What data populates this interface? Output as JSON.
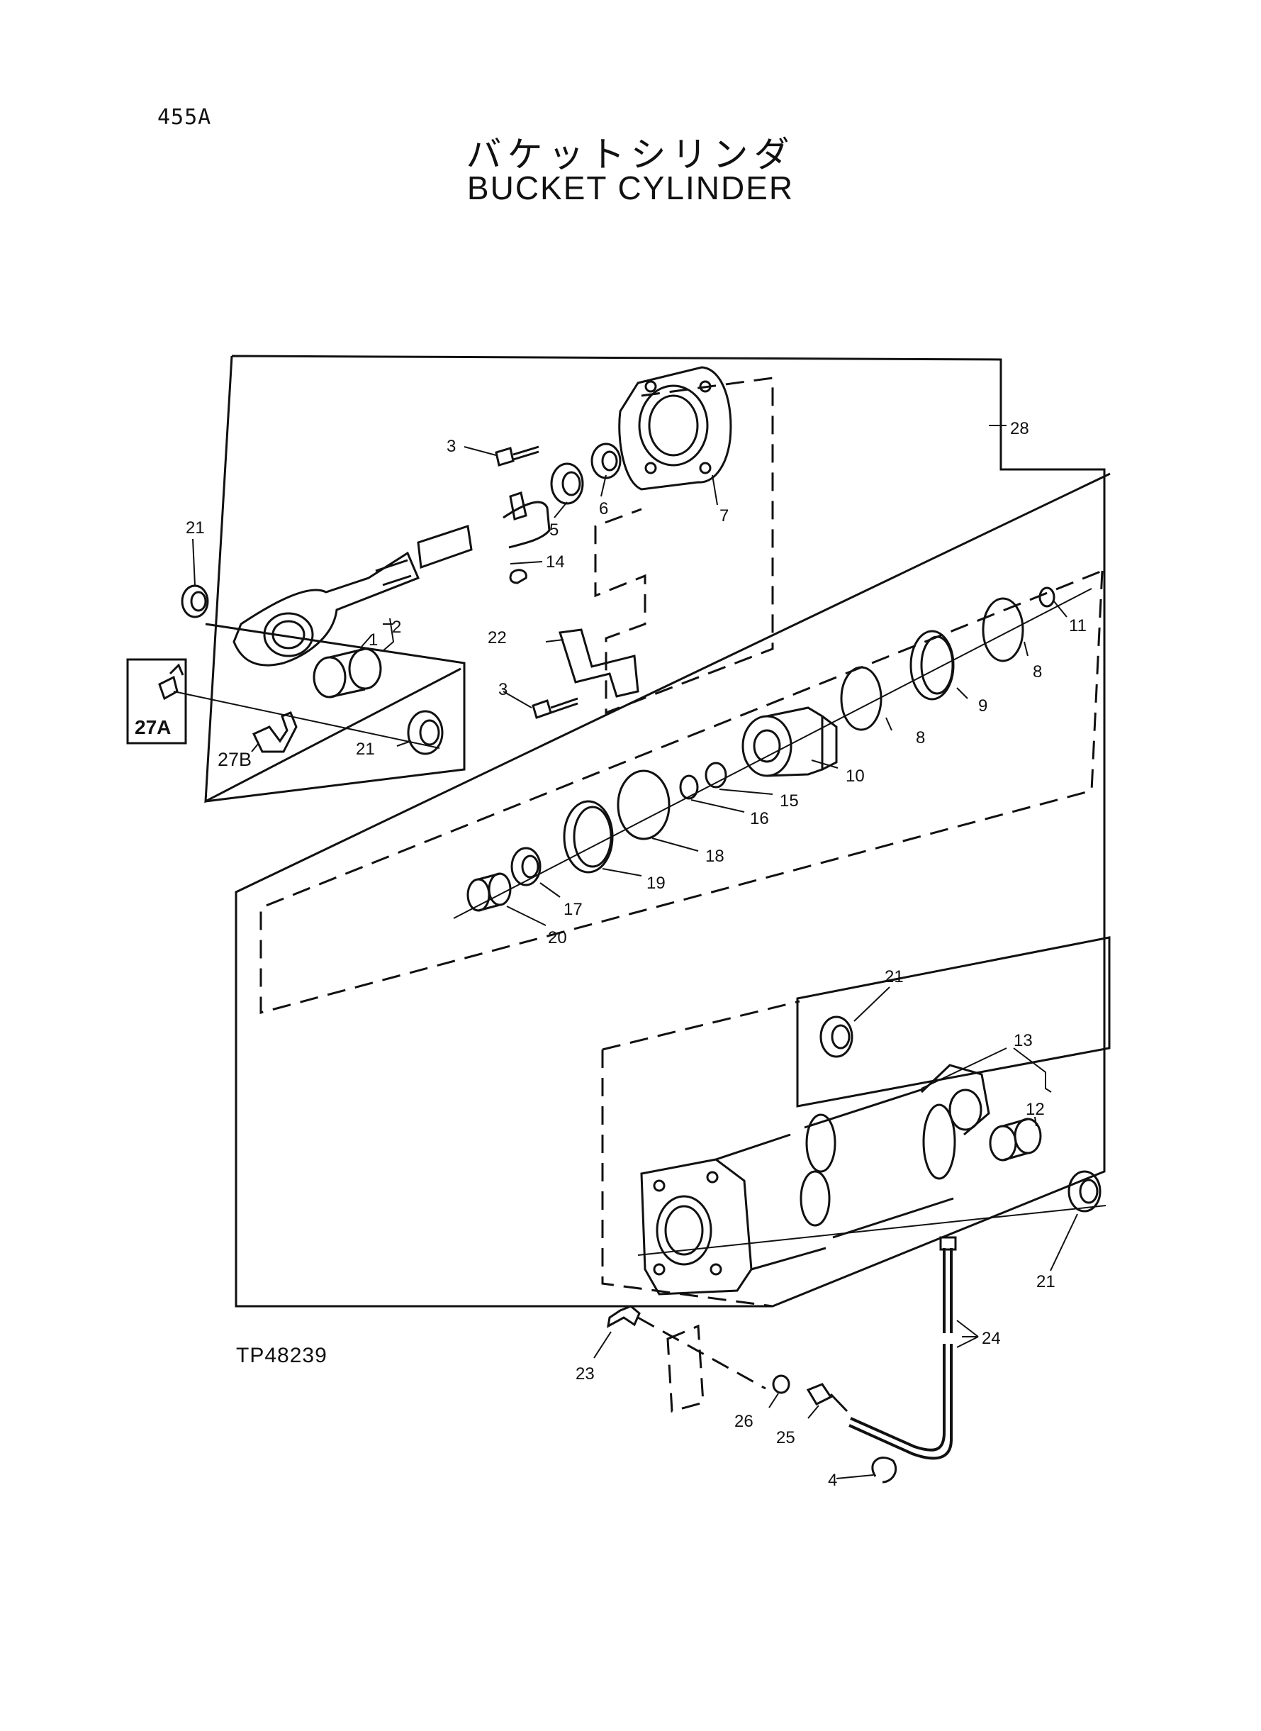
{
  "header": {
    "page_number": "455A",
    "title_jp": "バケットシリンダ",
    "title_en": "BUCKET CYLINDER"
  },
  "figure_number": "TP48239",
  "callouts": {
    "c1": "1",
    "c2": "2",
    "c3a": "3",
    "c3b": "3",
    "c4": "4",
    "c5": "5",
    "c6": "6",
    "c7": "7",
    "c8a": "8",
    "c8b": "8",
    "c9": "9",
    "c10": "10",
    "c11": "11",
    "c12": "12",
    "c13": "13",
    "c14": "14",
    "c15": "15",
    "c16": "16",
    "c17": "17",
    "c18": "18",
    "c19": "19",
    "c20": "20",
    "c21a": "21",
    "c21b": "21",
    "c21c": "21",
    "c21d": "21",
    "c22": "22",
    "c23": "23",
    "c24": "24",
    "c25": "25",
    "c26": "26",
    "c27a": "27A",
    "c27b": "27B",
    "c28": "28"
  }
}
